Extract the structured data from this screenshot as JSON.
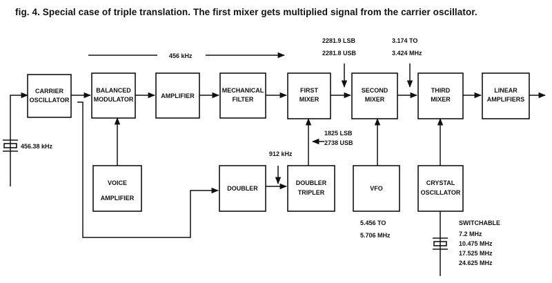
{
  "caption": "fig. 4.   Special case of triple translation. The first mixer gets multiplied signal from the carrier oscillator.",
  "blocks": {
    "carrier_oscillator": [
      "CARRIER",
      "OSCILLATOR"
    ],
    "balanced_modulator": [
      "BALANCED",
      "MODULATOR"
    ],
    "amplifier": [
      "AMPLIFIER"
    ],
    "mechanical_filter": [
      "MECHANICAL",
      "FILTER"
    ],
    "first_mixer": [
      "FIRST",
      "MIXER"
    ],
    "second_mixer": [
      "SECOND",
      "MIXER"
    ],
    "third_mixer": [
      "THIRD",
      "MIXER"
    ],
    "linear_amplifiers": [
      "LINEAR",
      "AMPLIFIERS"
    ],
    "voice_amplifier": [
      "VOICE",
      "AMPLIFIER"
    ],
    "doubler": [
      "DOUBLER"
    ],
    "doubler_tripler": [
      "DOUBLER",
      "TRIPLER"
    ],
    "vfo": [
      "VFO"
    ],
    "crystal_oscillator": [
      "CRYSTAL",
      "OSCILLATOR"
    ]
  },
  "labels": {
    "if_freq": "456 kHz",
    "carrier_crystal": "456.38 kHz",
    "first_mixer_out_lsb": "2281.9  LSB",
    "first_mixer_out_usb": "2281.8  USB",
    "second_mixer_out_1": "3.174  TO",
    "second_mixer_out_2": "3.424 MHz",
    "doubler_out": "912 kHz",
    "tripler_out_lsb": "1825 LSB",
    "tripler_out_usb": "2738 USB",
    "vfo_range_1": "5.456  TO",
    "vfo_range_2": "5.706  MHz",
    "switchable": "SWITCHABLE",
    "xtal_1": "7.2  MHz",
    "xtal_2": "10.475 MHz",
    "xtal_3": "17.525 MHz",
    "xtal_4": "24.625 MHz"
  }
}
